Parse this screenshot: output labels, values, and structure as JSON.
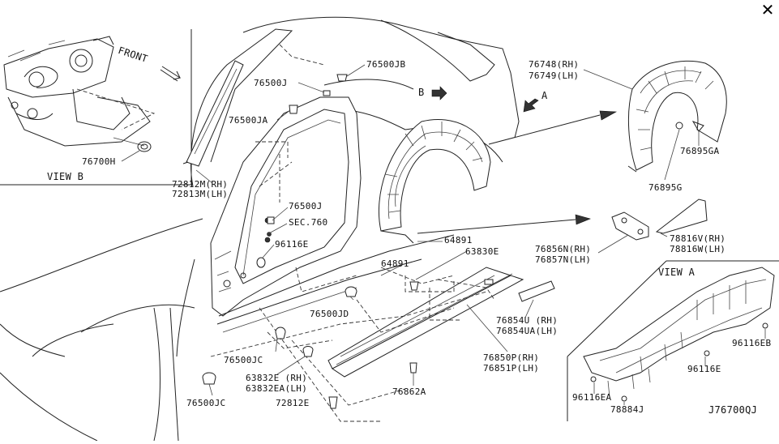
{
  "close_label": "✕",
  "diagram_id": "J76700QJ",
  "views": {
    "view_b": "VIEW B",
    "view_a": "VIEW A",
    "front": "FRONT",
    "arrow_a": "A",
    "arrow_b": "B"
  },
  "labels": {
    "p76500jb": "76500JB",
    "p76500j_top": "76500J",
    "p76500ja": "76500JA",
    "p76700h": "76700H",
    "p72812m": "72812M(RH)",
    "p72813m": "72813M(LH)",
    "p76500j_mid": "76500J",
    "sec760": "SEC.760",
    "p96116e_left": "96116E",
    "p76748": "76748(RH)",
    "p76749": "76749(LH)",
    "p76895ga": "76895GA",
    "p76895g": "76895G",
    "p64891_a": "64891",
    "p64891_b": "64891",
    "p63830e": "63830E",
    "p76856n": "76856N(RH)",
    "p76857n": "76857N(LH)",
    "p78816v": "78816V(RH)",
    "p78816w": "78816W(LH)",
    "p76500jd": "76500JD",
    "p76854u": "76854U (RH)",
    "p76854ua": "76854UA(LH)",
    "p76850p": "76850P(RH)",
    "p76851p": "76851P(LH)",
    "p76500jc_a": "76500JC",
    "p76500jc_b": "76500JC",
    "p63832e": "63832E  (RH)",
    "p63832ea": "63832EA(LH)",
    "p72812e": "72812E",
    "p76862a": "76862A",
    "p96116eb": "96116EB",
    "p96116e_right": "96116E",
    "p96116ea": "96116EA",
    "p78884j": "78884J"
  }
}
